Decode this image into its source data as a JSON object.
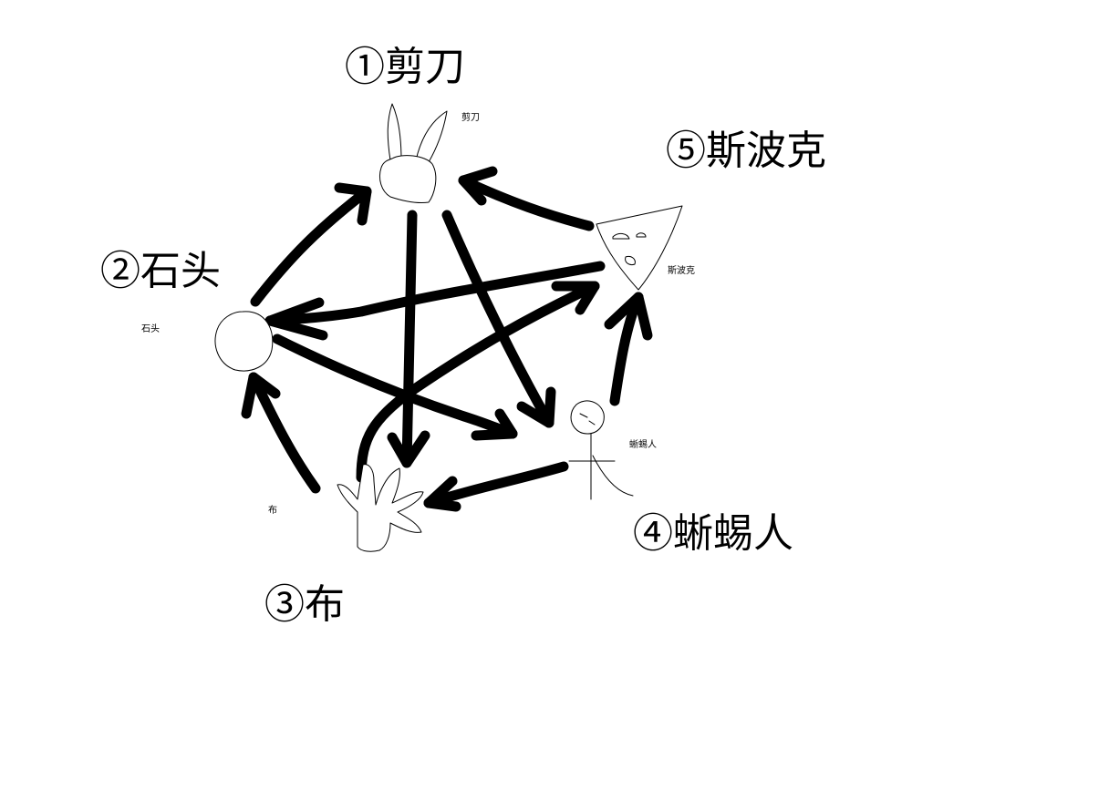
{
  "nodes": {
    "scissors": {
      "number_label": "①剪刀",
      "icon_label": "剪刀",
      "icon": "scissors-icon"
    },
    "rock": {
      "number_label": "②石头",
      "icon_label": "石头",
      "icon": "rock-icon"
    },
    "paper": {
      "number_label": "③布",
      "icon_label": "布",
      "icon": "paper-icon"
    },
    "lizard": {
      "number_label": "④蜥蜴人",
      "icon_label": "蜥蜴人",
      "icon": "lizard-icon"
    },
    "spock": {
      "number_label": "⑤斯波克",
      "icon_label": "斯波克",
      "icon": "spock-icon"
    }
  },
  "edges": [
    {
      "from": "rock",
      "to": "scissors"
    },
    {
      "from": "paper",
      "to": "rock"
    },
    {
      "from": "lizard",
      "to": "paper"
    },
    {
      "from": "lizard",
      "to": "spock"
    },
    {
      "from": "spock",
      "to": "scissors"
    },
    {
      "from": "scissors",
      "to": "paper"
    },
    {
      "from": "scissors",
      "to": "lizard"
    },
    {
      "from": "spock",
      "to": "rock"
    },
    {
      "from": "rock",
      "to": "lizard"
    },
    {
      "from": "paper",
      "to": "spock"
    }
  ],
  "colors": {
    "ink": "#000000",
    "background": "#ffffff"
  }
}
